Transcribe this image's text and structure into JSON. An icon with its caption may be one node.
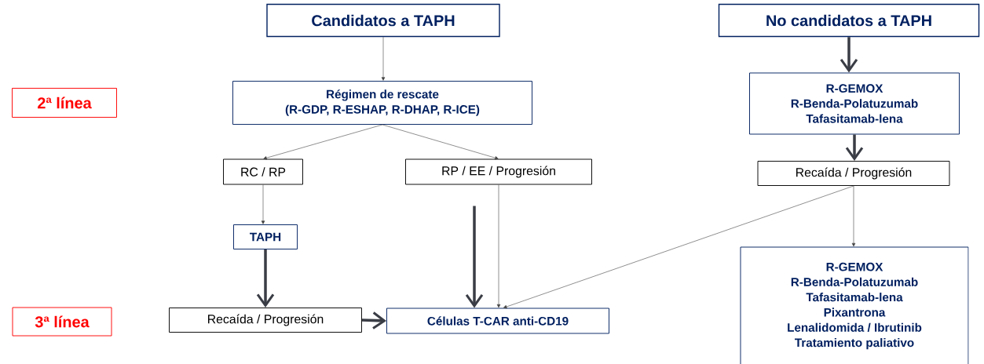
{
  "diagram": {
    "nodes": [
      {
        "text": [
          "Candidatos a TAPH"
        ]
      },
      {
        "text": [
          "No candidatos a TAPH"
        ]
      },
      {
        "text": [
          "Régimen de rescate",
          "(R-GDP, R-ESHAP, R-DHAP, R-ICE)"
        ]
      },
      {
        "text": [
          "RC / RP"
        ]
      },
      {
        "text": [
          "RP / EE / Progresión"
        ]
      },
      {
        "text": [
          "TAPH"
        ]
      },
      {
        "text": [
          "Recaída / Progresión"
        ]
      },
      {
        "text": [
          "Células T-CAR anti-CD19"
        ]
      },
      {
        "text": [
          "R-GEMOX",
          "R-Benda-Polatuzumab",
          "Tafasitamab-lena"
        ]
      },
      {
        "text": [
          "Recaída / Progresión"
        ]
      },
      {
        "text": [
          "R-GEMOX",
          "R-Benda-Polatuzumab",
          "Tafasitamab-lena",
          "Pixantrona",
          "Lenalidomida / Ibrutinib",
          "Tratamiento paliativo"
        ]
      },
      {
        "text": [
          "2ª línea"
        ]
      },
      {
        "text": [
          "3ª línea"
        ]
      }
    ],
    "edges": [
      {
        "from": 0,
        "to": 2,
        "arrow": "to"
      },
      {
        "from": 2,
        "to": 3,
        "arrow": "to"
      },
      {
        "from": 2,
        "to": 4,
        "arrow": "to"
      },
      {
        "from": 3,
        "to": 5,
        "arrow": "to"
      },
      {
        "from": 5,
        "to": 6,
        "arrow": "to",
        "style": "thick"
      },
      {
        "from": 6,
        "to": 7,
        "arrow": "to",
        "style": "thick"
      },
      {
        "from": 4,
        "to": 7,
        "arrow": "to"
      },
      {
        "from": null,
        "to": 7,
        "arrow": "to",
        "style": "thick"
      },
      {
        "from": 1,
        "to": 8,
        "arrow": "to",
        "style": "thick"
      },
      {
        "from": 8,
        "to": 9,
        "arrow": "to",
        "style": "thick"
      },
      {
        "from": 9,
        "to": 7,
        "arrow": "to"
      },
      {
        "from": 9,
        "to": 10,
        "arrow": "to"
      }
    ]
  }
}
